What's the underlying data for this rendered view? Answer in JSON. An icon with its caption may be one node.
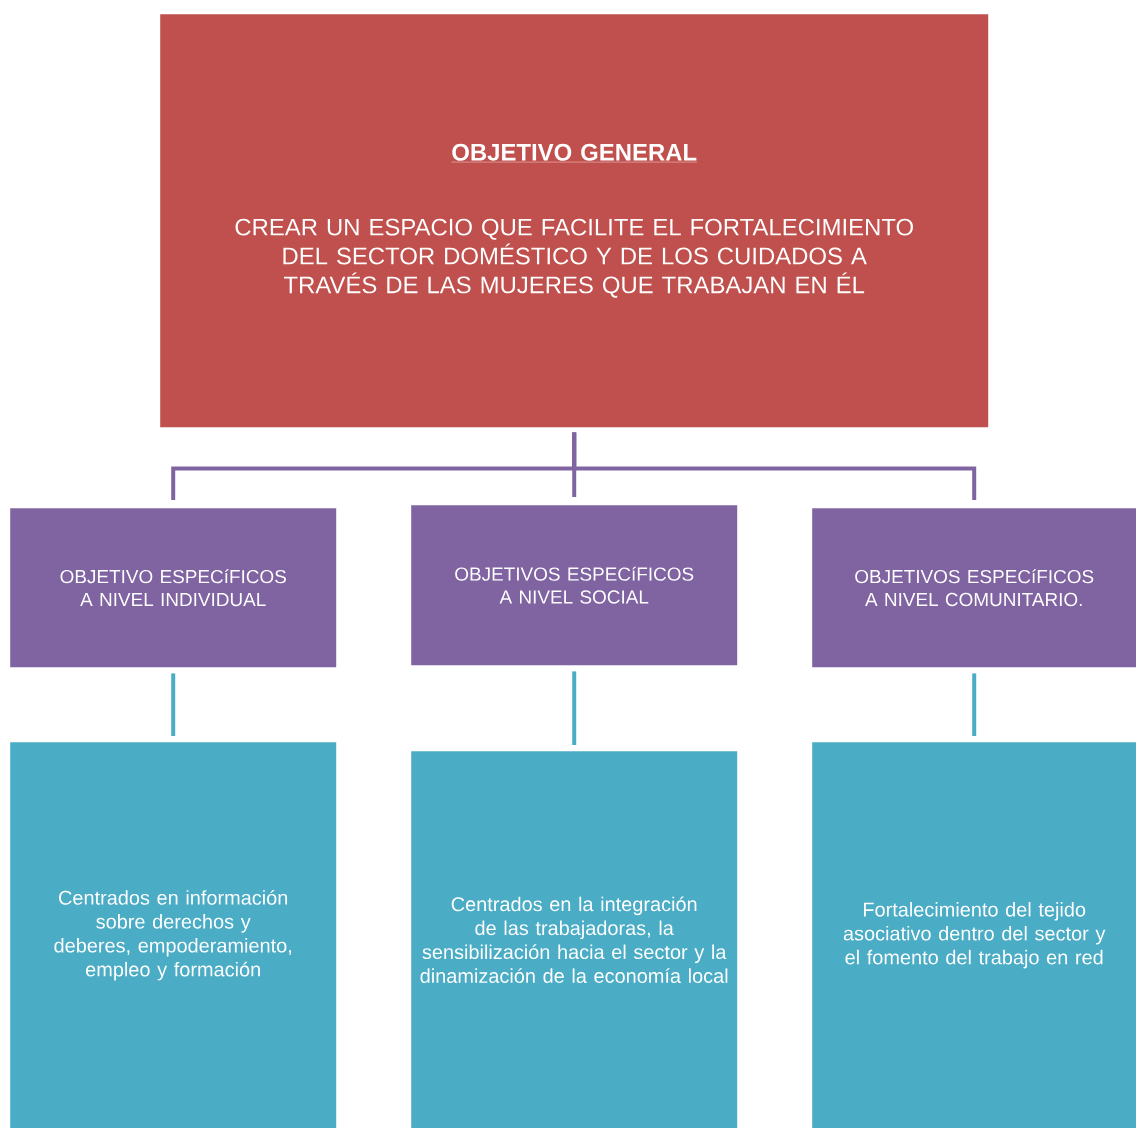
{
  "diagram": {
    "nodes": [
      {
        "text": [
          "OBJETIVO GENERAL",
          "CREAR UN ESPACIO QUE FACILITE EL FORTALECIMIENTO DEL SECTOR DOMÉSTICO Y DE LOS CUIDADOS A TRAVÉS DE LAS MUJERES QUE TRABAJAN EN ÉL"
        ]
      },
      {
        "text": [
          "OBJETIVO ESPECíFICOS A NIVEL INDIVIDUAL"
        ]
      },
      {
        "text": [
          "OBJETIVOS ESPECíFICOS A NIVEL SOCIAL"
        ]
      },
      {
        "text": [
          "OBJETIVOS ESPECíFICOS A NIVEL COMUNITARIO."
        ]
      },
      {
        "text": [
          "Centrados en información sobre derechos y deberes, empoderamiento, empleo y formación"
        ]
      },
      {
        "text": [
          "Centrados en la integración de las trabajadoras, la sensibilización hacia el sector y la dinamización de la economía local"
        ]
      },
      {
        "text": [
          "Fortalecimiento del tejido asociativo dentro del sector y el fomento del trabajo en red"
        ]
      }
    ],
    "edges": [
      {
        "from": 0,
        "to": 1,
        "arrow": "none",
        "color": "#8064a2"
      },
      {
        "from": 0,
        "to": 2,
        "arrow": "none",
        "color": "#8064a2"
      },
      {
        "from": 0,
        "to": 3,
        "arrow": "none",
        "color": "#8064a2"
      },
      {
        "from": 1,
        "to": 4,
        "arrow": "none",
        "color": "#4bacc6"
      },
      {
        "from": 2,
        "to": 5,
        "arrow": "none",
        "color": "#4bacc6"
      },
      {
        "from": 3,
        "to": 6,
        "arrow": "none",
        "color": "#4bacc6"
      }
    ]
  }
}
